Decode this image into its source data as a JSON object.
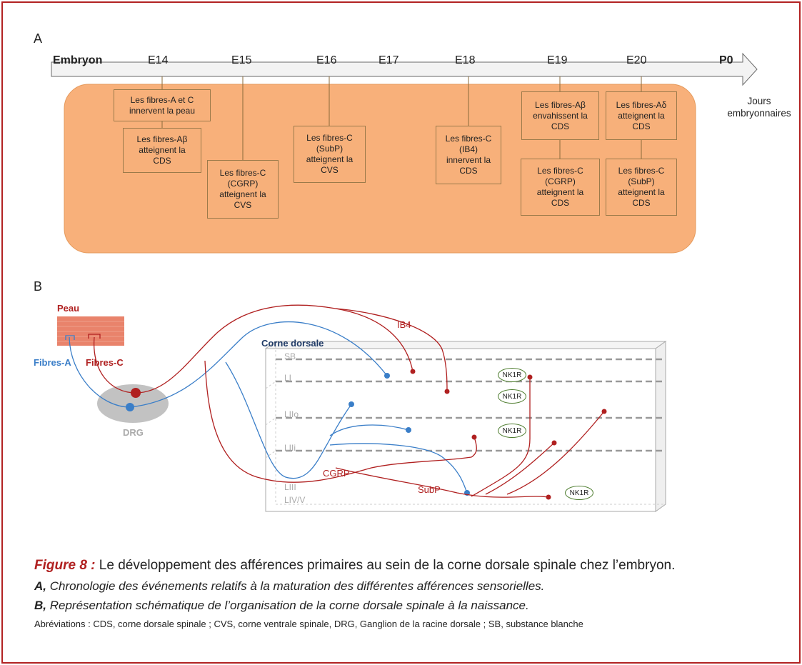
{
  "panelA": {
    "label": "A",
    "start": "Embryon",
    "end": "P0",
    "stages": [
      "E14",
      "E15",
      "E16",
      "E17",
      "E18",
      "E19",
      "E20"
    ],
    "axis_note": "Jours\nembryonnaires",
    "events": [
      "Les fibres-A et C\ninnervent la peau",
      "Les fibres-Aβ\natteignent la\nCDS",
      "Les fibres-C\n(CGRP)\natteignent la\nCVS",
      "Les fibres-C\n(SubP)\natteignent la\nCVS",
      "Les fibres-C\n(IB4)\ninnervent la\nCDS",
      "Les fibres-Aβ\nenvahissent la\nCDS",
      "Les fibres-C\n(CGRP)\natteignent la\nCDS",
      "Les fibres-Aδ\natteignent la\nCDS",
      "Les fibres-C\n(SubP)\natteignent la\nCDS"
    ]
  },
  "panelB": {
    "label": "B",
    "peau": "Peau",
    "fibres_a": "Fibres-A",
    "fibres_c": "Fibres-C",
    "drg": "DRG",
    "corne": "Corne dorsale",
    "layers": [
      "SB",
      "LI",
      "LIIo",
      "LIIi",
      "LIII",
      "LIV/V"
    ],
    "ib4": "IB4",
    "cgrp": "CGRP",
    "subp": "SubP",
    "nk1r": "NK1R"
  },
  "caption": {
    "fig_label": "Figure 8 :",
    "line1": " Le développement des afférences primaires au sein de la corne dorsale spinale chez l’embryon. ",
    "a_label": "A,",
    "a_text": " Chronologie des événements relatifs à la maturation des différentes afférences sensorielles.",
    "b_label": "B,",
    "b_text": " Représentation schématique de l’organisation de la corne dorsale spinale à la naissance.",
    "abbrev": "Abréviations : CDS, corne dorsale spinale ; CVS, corne ventrale spinale, DRG, Ganglion de la racine dorsale ; SB, substance blanche"
  },
  "colors": {
    "frame": "#b22222",
    "panel_fill": "#f8b07a",
    "fibre_a": "#3a7ec8",
    "fibre_c": "#b02020",
    "nk1r_border": "#4a7a2a"
  }
}
